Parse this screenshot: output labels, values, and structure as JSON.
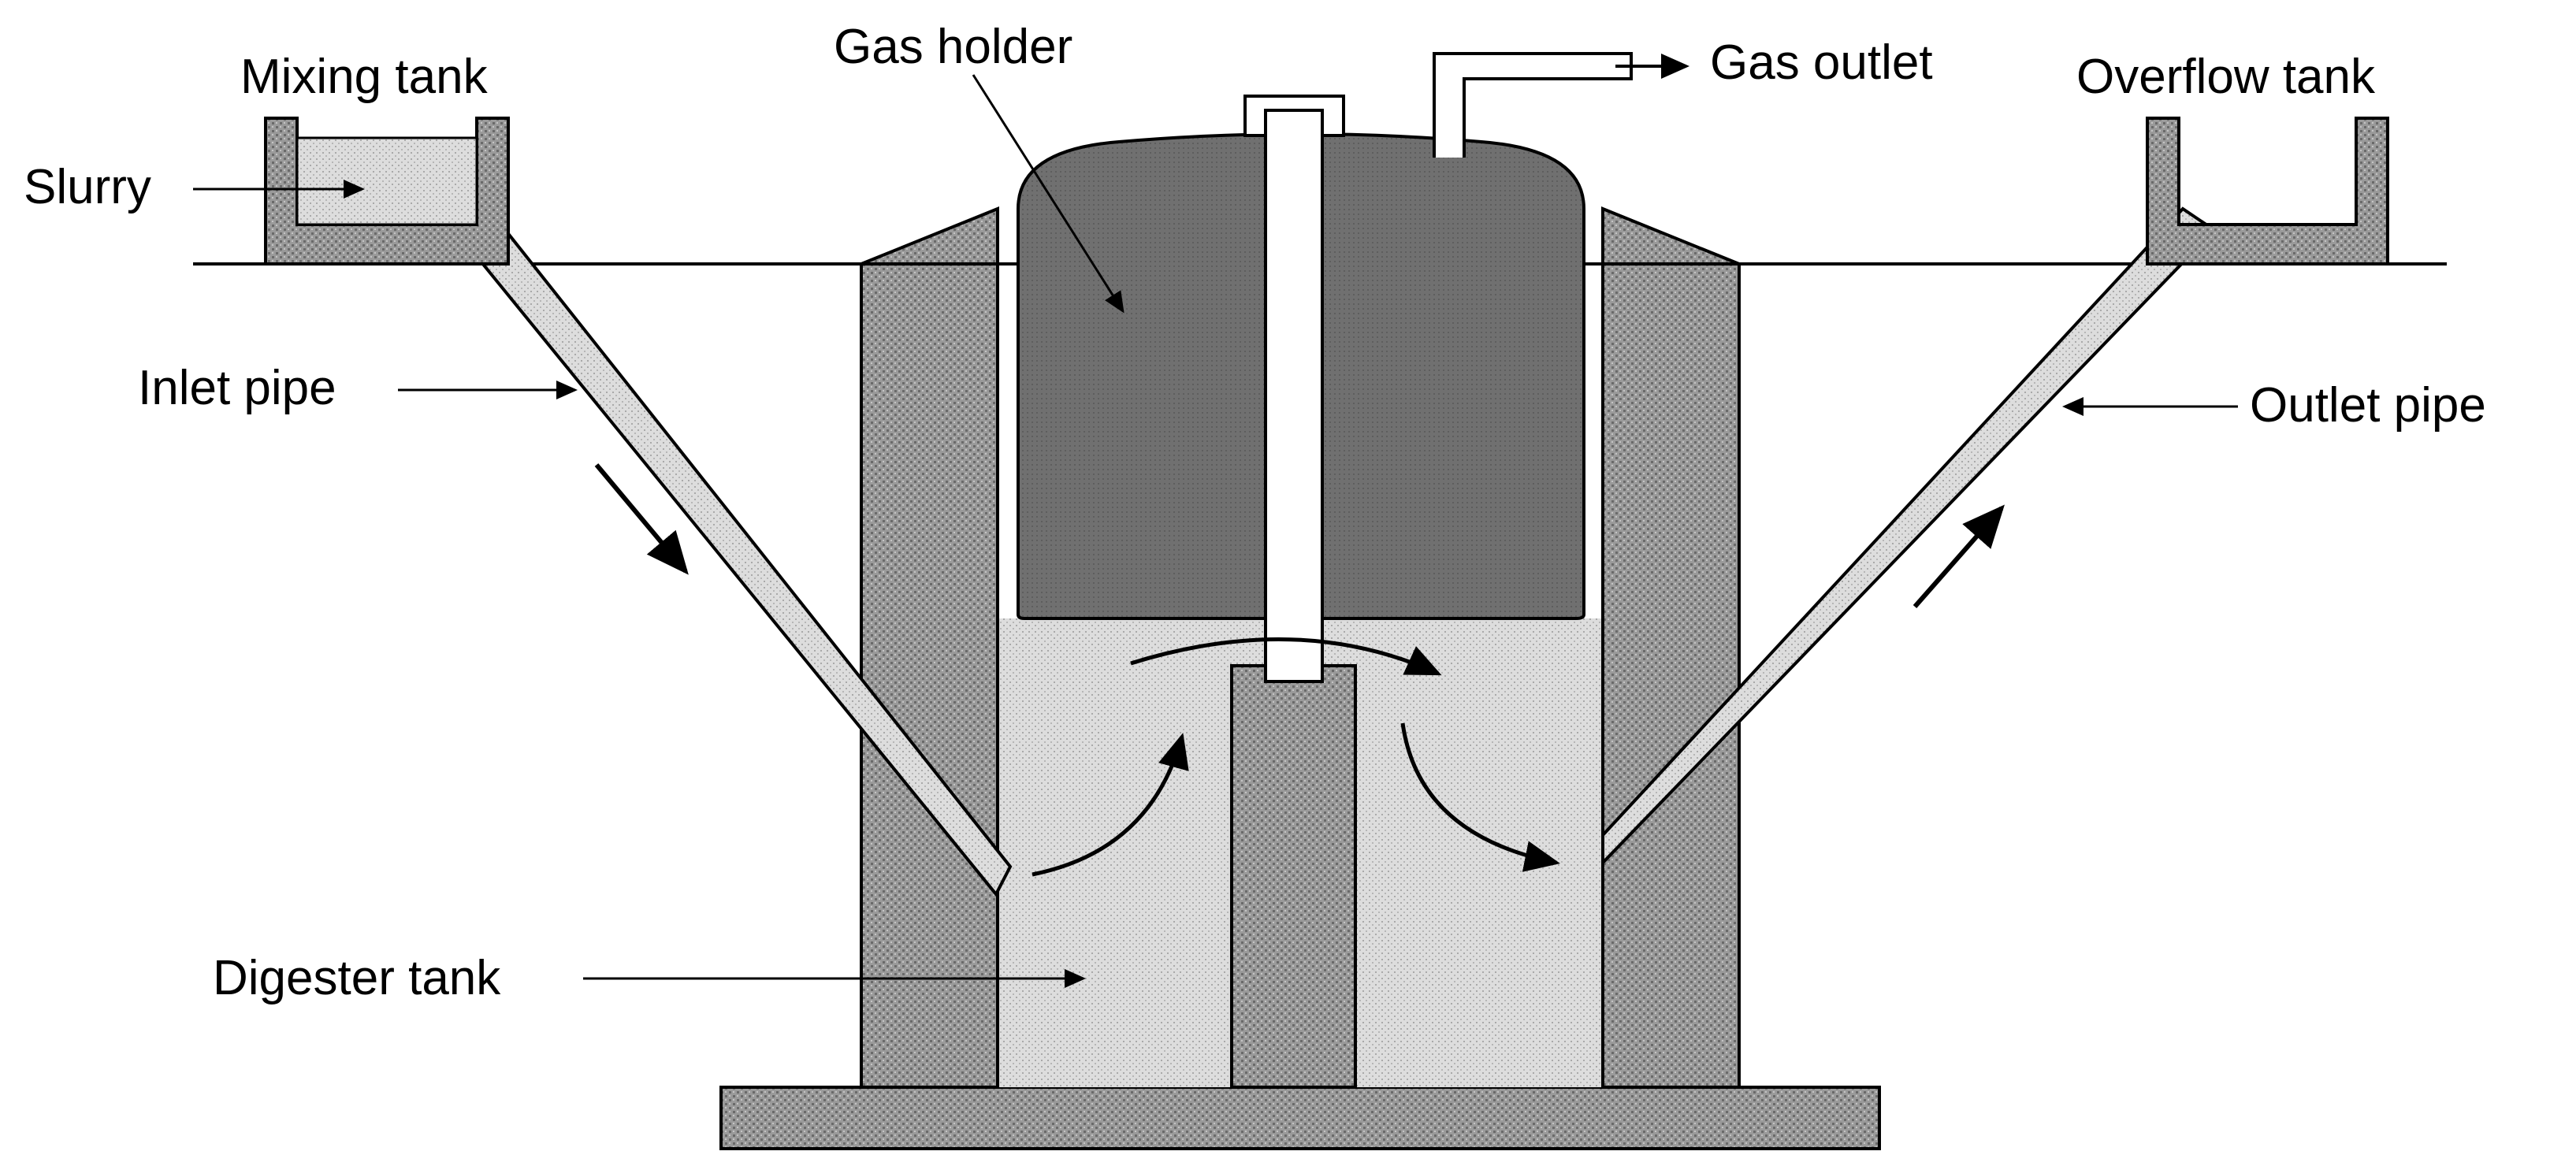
{
  "labels": {
    "mixing_tank": "Mixing tank",
    "gas_holder": "Gas holder",
    "gas_outlet": "Gas outlet",
    "overflow_tank": "Overflow tank",
    "slurry": "Slurry",
    "inlet_pipe": "Inlet pipe",
    "outlet_pipe": "Outlet pipe",
    "digester_tank": "Digester tank"
  },
  "colors": {
    "wall_fill": "#9a9a9a",
    "slurry_fill": "#d6d6d6",
    "gas_holder_fill": "#6f6f6f",
    "line": "#000000"
  }
}
